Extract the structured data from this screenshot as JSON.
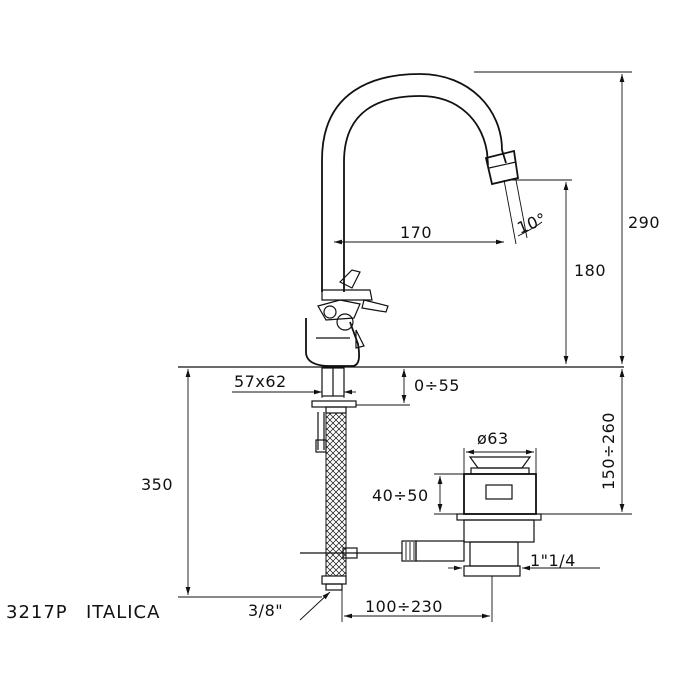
{
  "drawing": {
    "model_code": "3217P",
    "model_name": "ITALICA"
  },
  "dimensions": {
    "height_total": "290",
    "spout_height": "180",
    "spout_reach": "170",
    "spout_angle": "10°",
    "hole_diameter": "57x62",
    "deck_thickness": "0÷55",
    "below_deck": "350",
    "waste_height": "150÷260",
    "waste_diameter": "ø63",
    "waste_body": "40÷50",
    "waste_thread": "1\"1/4",
    "supply_thread": "3/8\"",
    "pull_rod": "100÷230"
  }
}
